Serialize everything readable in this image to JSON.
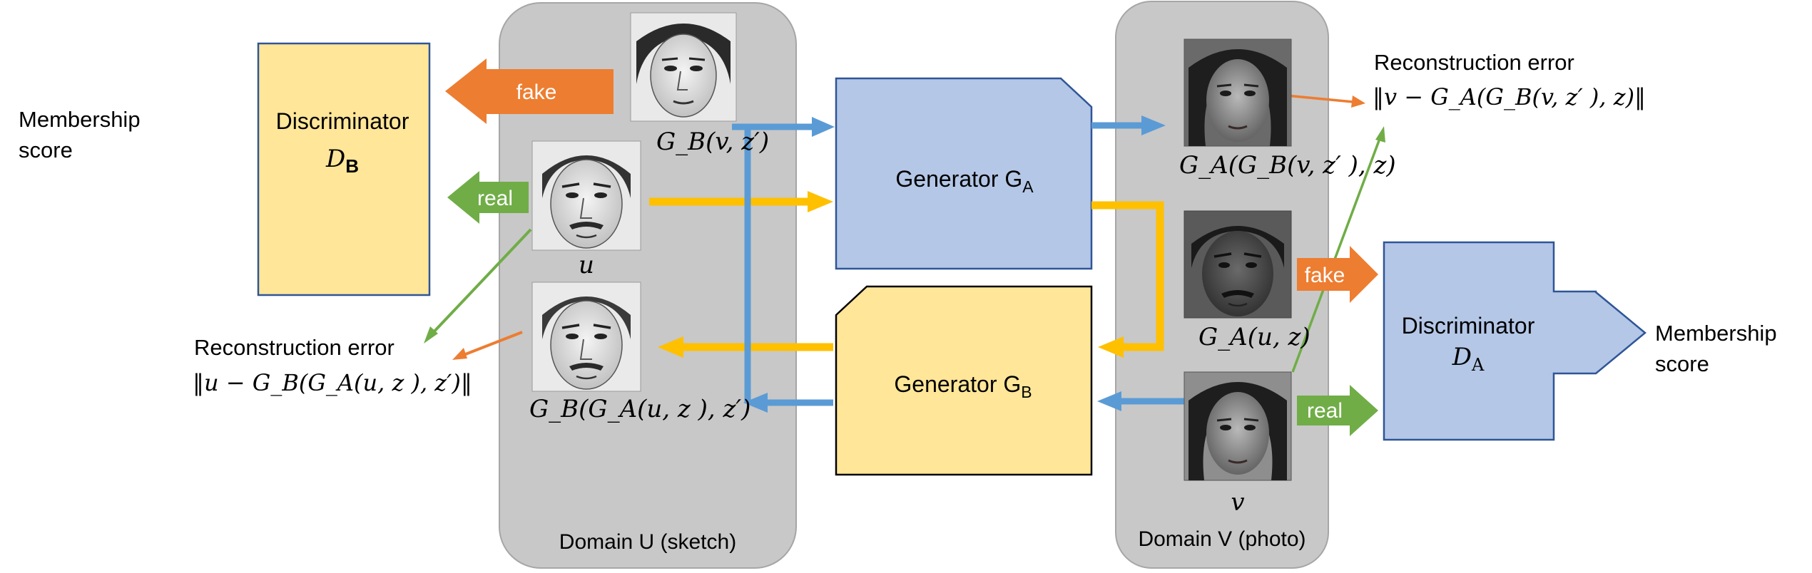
{
  "colors": {
    "domain_panel": "#c8c8c8",
    "generator_a": "#b4c7e7",
    "generator_b": "#ffe699",
    "discriminator_b": "#ffe699",
    "discriminator_a": "#b4c7e7",
    "box_stroke": "#2f5597",
    "arrow_blue": "#5b9bd5",
    "arrow_yellow": "#ffc000",
    "arrow_orange": "#ed7d31",
    "arrow_green": "#70ad47"
  },
  "domain_u": {
    "label": "Domain U (sketch)"
  },
  "domain_v": {
    "label": "Domain V (photo)"
  },
  "generator_a": {
    "label": "Generator G",
    "sub": "A"
  },
  "generator_b": {
    "label": "Generator G",
    "sub": "B"
  },
  "discriminator_b": {
    "label": "Discriminator",
    "sym": "D",
    "sub": "B"
  },
  "discriminator_a": {
    "label": "Discriminator",
    "sym": "D",
    "sub": "A"
  },
  "membership_left": {
    "line1": "Membership",
    "line2": "score"
  },
  "membership_right": {
    "line1": "Membership",
    "line2": "score"
  },
  "tags": {
    "fake_left": "fake",
    "real_left": "real",
    "fake_right": "fake",
    "real_right": "real"
  },
  "faces": {
    "sketch_fake": {
      "icon": "sketch-face-icon"
    },
    "sketch_real": {
      "icon": "sketch-face-icon"
    },
    "sketch_recon": {
      "icon": "sketch-face-icon"
    },
    "photo_recon": {
      "icon": "photo-face-icon"
    },
    "photo_fake": {
      "icon": "photo-face-icon"
    },
    "photo_real": {
      "icon": "photo-face-icon"
    }
  },
  "captions": {
    "gb_v_z": "G_B(v, z′)",
    "u": "u",
    "gb_ga_u": "G_B(G_A(u, z ), z′)",
    "ga_gb_v": "G_A(G_B(v, z′ ), z)",
    "ga_u": "G_A(u, z)",
    "v": "v"
  },
  "recon_left": {
    "title": "Reconstruction error",
    "formula": "‖u  − G_B(G_A(u, z ), z′)‖"
  },
  "recon_right": {
    "title": "Reconstruction error",
    "formula": "‖v  − G_A(G_B(v, z′ ), z)‖"
  }
}
